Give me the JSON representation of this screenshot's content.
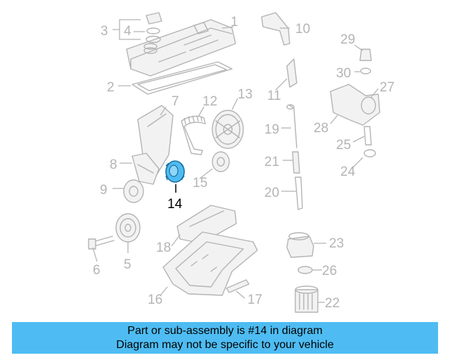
{
  "callouts": {
    "c1": "1",
    "c2": "2",
    "c3": "3",
    "c4": "4",
    "c5": "5",
    "c6": "6",
    "c7": "7",
    "c8": "8",
    "c9": "9",
    "c10": "10",
    "c11": "11",
    "c12": "12",
    "c13": "13",
    "c14": "14",
    "c15": "15",
    "c16": "16",
    "c17": "17",
    "c18": "18",
    "c19": "19",
    "c20": "20",
    "c21": "21",
    "c22": "22",
    "c23": "23",
    "c24": "24",
    "c25": "25",
    "c26": "26",
    "c27": "27",
    "c28": "28",
    "c29": "29",
    "c30": "30"
  },
  "highlight": {
    "part": "14",
    "color": "#4ebcf2"
  },
  "colors": {
    "line_art": "#b4b4b4",
    "banner": "#4ebcf2"
  },
  "banner": {
    "line1": "Part or sub-assembly is #14 in diagram",
    "line2": "Diagram may not be specific to your vehicle"
  }
}
